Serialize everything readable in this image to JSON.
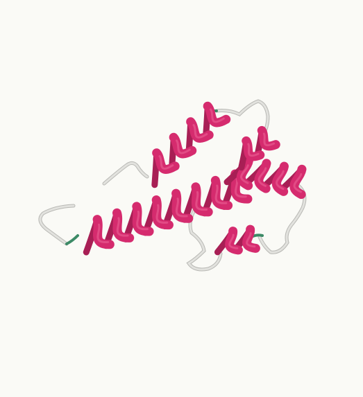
{
  "scene": {
    "subject": "protein-ribbon-cartoon",
    "colors": {
      "background": "#fafaf6",
      "helix": "#d52b6e",
      "helix_dark": "#a81f55",
      "helix_light": "#e75a8e",
      "coil": "#dcdcd8",
      "coil_edge": "#b8b8b4",
      "turn": "#3c8a66"
    },
    "elements": [
      "alpha-helix",
      "alpha-helix",
      "alpha-helix",
      "alpha-helix",
      "coil",
      "turn"
    ]
  }
}
